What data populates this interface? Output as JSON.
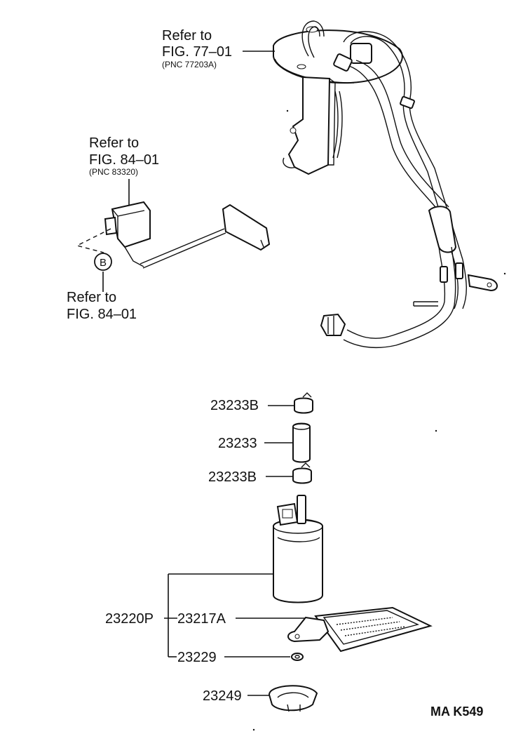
{
  "refs": {
    "main_unit": {
      "line1": "Refer to",
      "line2": "FIG. 77–01",
      "pnc": "(PNC 77203A)"
    },
    "sender_top": {
      "line1": "Refer to",
      "line2": "FIG. 84–01",
      "pnc": "(PNC 83320)"
    },
    "sender_bottom": {
      "line1": "Refer to",
      "line2": "FIG. 84–01"
    }
  },
  "circle_marker": "B",
  "parts": {
    "clamp_top": "23233B",
    "hose": "23233",
    "clamp_bottom": "23233B",
    "pump_assy": "23220P",
    "filter": "23217A",
    "washer": "23229",
    "cushion": "23249"
  },
  "code": "MA K549"
}
